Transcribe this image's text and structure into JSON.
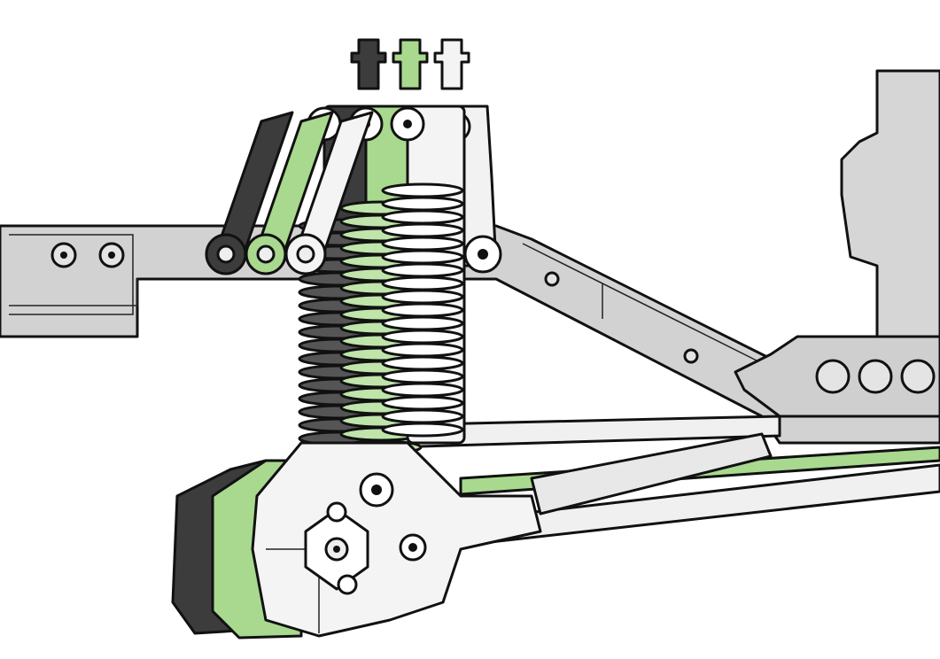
{
  "illustration": {
    "subject": "suspension-shock-positions",
    "colors": {
      "dark_shock": "#3c3c3c",
      "green_shock": "#a8d98e",
      "white_shock": "#f4f4f4",
      "frame": "#d2d2d2",
      "frame_shadow": "#b8b8b8",
      "outline": "#111111",
      "background": "#ffffff"
    },
    "shock_positions": [
      "dark",
      "green",
      "white"
    ]
  }
}
